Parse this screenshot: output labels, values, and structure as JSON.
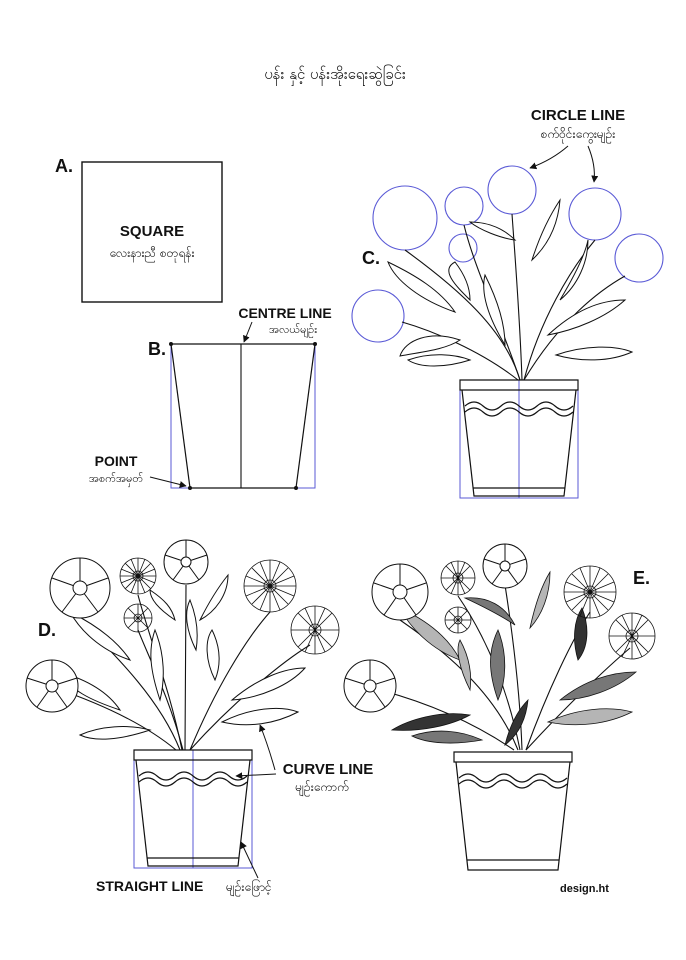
{
  "title": "ပန်း နှင့် ပန်းအိုးရေးဆွဲခြင်း",
  "steps": {
    "a": "A.",
    "b": "B.",
    "c": "C.",
    "d": "D.",
    "e": "E."
  },
  "labels": {
    "square": "SQUARE",
    "square_my": "လေးနားညီ စတုရန်း",
    "centre_line": "CENTRE LINE",
    "centre_line_my": "အလယ်မျဉ်း",
    "point": "POINT",
    "point_my": "အစက်အမှတ်",
    "circle_line": "CIRCLE LINE",
    "circle_line_my": "စက်ဝိုင်းကွေးမျဉ်း",
    "curve_line": "CURVE LINE",
    "curve_line_my": "မျဉ်းကောက်",
    "straight_line": "STRAIGHT LINE",
    "straight_line_my": "မျဉ်းဖြောင့်"
  },
  "credit": "design.ht",
  "colors": {
    "guide": "#5a5ad6",
    "ink": "#111111",
    "leaf_dark": "#333333",
    "leaf_mid": "#777777",
    "leaf_light": "#b5b5b5"
  }
}
